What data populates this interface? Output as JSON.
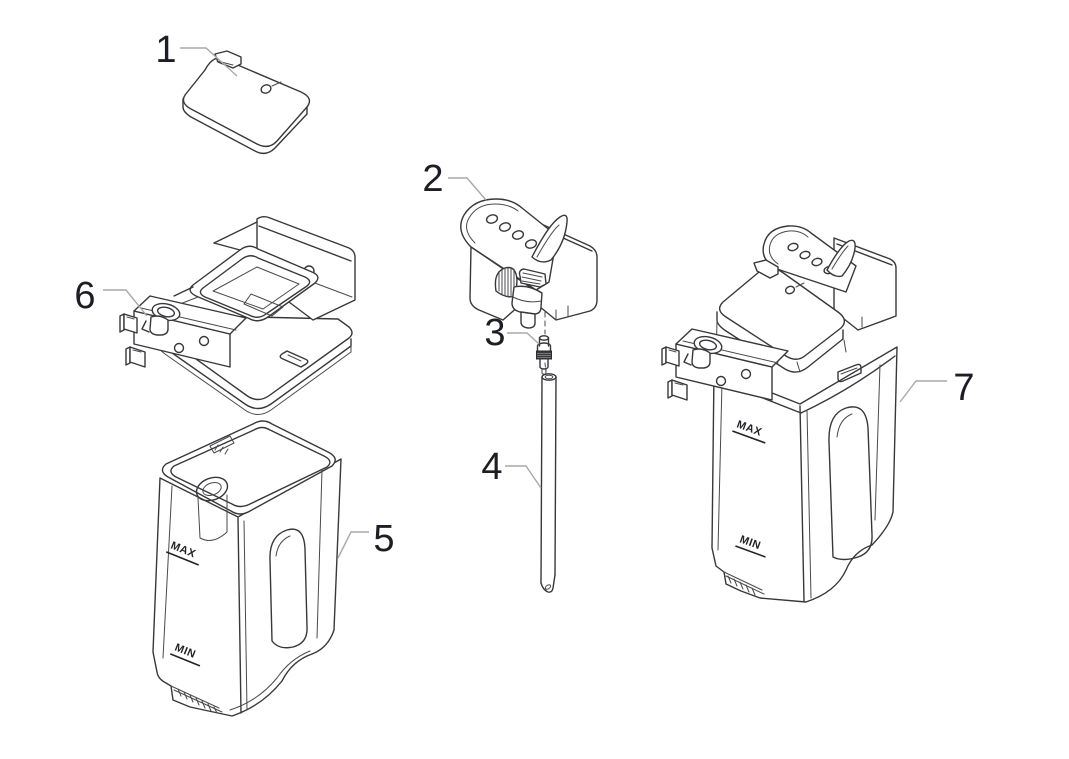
{
  "diagram": {
    "background_color": "#ffffff",
    "line_color": "#38383c",
    "leader_color": "#a9a9a9",
    "label_color": "#1d1d24"
  },
  "parts": [
    {
      "number": "1"
    },
    {
      "number": "2"
    },
    {
      "number": "3"
    },
    {
      "number": "4"
    },
    {
      "number": "5"
    },
    {
      "number": "6"
    },
    {
      "number": "7"
    }
  ],
  "markings": {
    "max": "MAX",
    "min": "MIN"
  }
}
